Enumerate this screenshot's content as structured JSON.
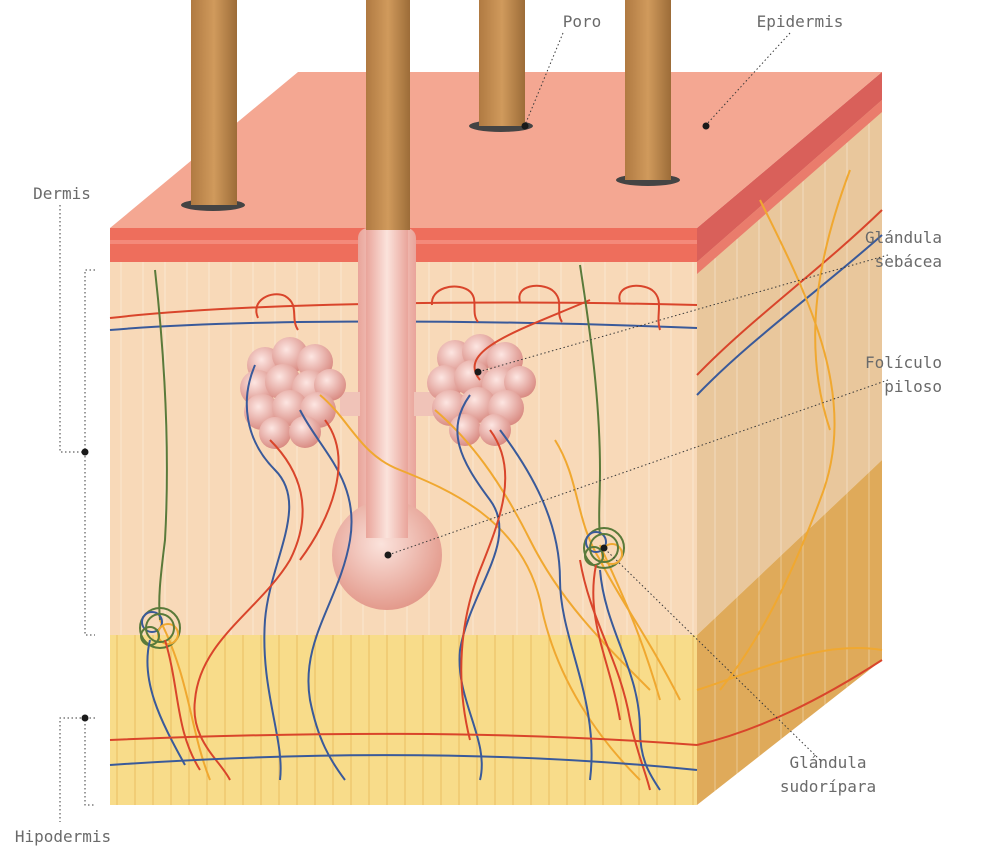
{
  "labels": {
    "poro": "Poro",
    "epidermis": "Epidermis",
    "dermis": "Dermis",
    "glandula_sebacea_1": "Glándula",
    "glandula_sebacea_2": "sebácea",
    "foliculo_1": "Folículo",
    "foliculo_2": "piloso",
    "glandula_sudoripara_1": "Glándula",
    "glandula_sudoripara_2": "sudorípara",
    "hipodermis": "Hipodermis"
  },
  "colors": {
    "epidermis_top": "#f4a792",
    "epidermis_band": "#ee6e5c",
    "dermis_front": "#f8d9b8",
    "hypodermis_front": "#f8dc8a",
    "right_side": "#dcb586",
    "hair": "#c48e52",
    "vein": "#3a5a9a",
    "artery": "#d9452b",
    "nerve": "#f0a830"
  }
}
